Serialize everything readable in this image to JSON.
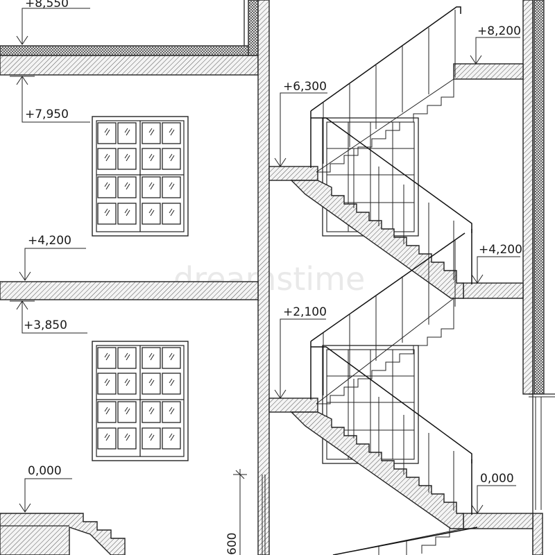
{
  "drawing": {
    "watermark": "dreamstime",
    "dimension_label": "600",
    "left_levels": [
      {
        "label": "+8,550",
        "kind": "top"
      },
      {
        "label": "+7,950",
        "kind": "bottom"
      },
      {
        "label": "+4,200",
        "kind": "top"
      },
      {
        "label": "+3,850",
        "kind": "bottom"
      },
      {
        "label": "0,000",
        "kind": "top"
      }
    ],
    "stair_levels": [
      {
        "label": "+8,200"
      },
      {
        "label": "+6,300"
      },
      {
        "label": "+4,200"
      },
      {
        "label": "+2,100"
      },
      {
        "label": "0,000"
      }
    ]
  }
}
